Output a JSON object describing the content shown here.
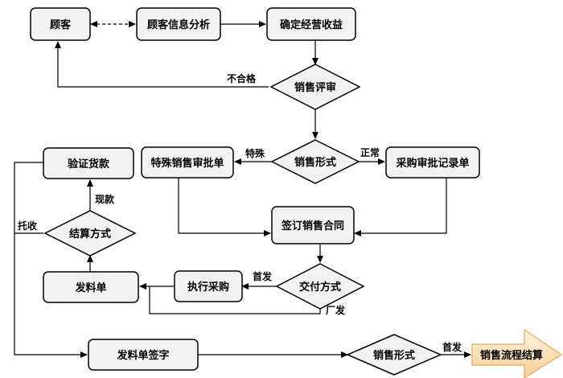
{
  "nodes": {
    "customer": "顾客",
    "analysis": "顾客信息分析",
    "revenue": "确定经营收益",
    "review": "销售评审",
    "form1": "销售形式",
    "special": "特殊销售审批单",
    "purchase_record": "采购审批记录单",
    "verify": "验证货款",
    "settle": "结算方式",
    "contract": "签订销售合同",
    "dispatch": "发料单",
    "execute": "执行采购",
    "delivery": "交付方式",
    "sign": "发料单签字",
    "form2": "销售形式",
    "end": "销售流程结算"
  },
  "edges": {
    "unqualified": "不合格",
    "special_label": "特殊",
    "normal_label": "正常",
    "cash": "现款",
    "consign": "托收",
    "first1": "首发",
    "factory": "厂发",
    "first2": "首发"
  },
  "colors": {
    "node_fill": "#f2f2f2",
    "end_fill": "#fce4c4",
    "stroke": "#000000"
  }
}
